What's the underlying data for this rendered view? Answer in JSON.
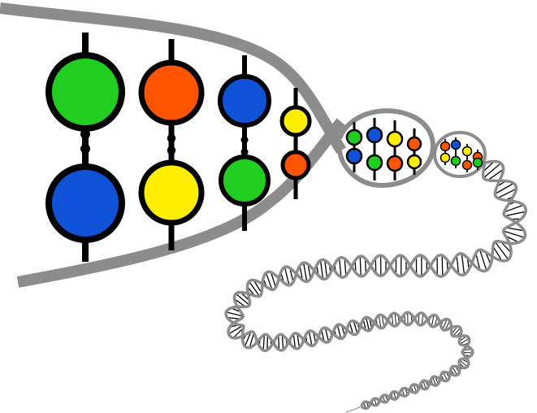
{
  "diagram": {
    "kind": "dna-double-helix-zoom",
    "colors": {
      "background": "#ffffff",
      "backbone": "#8c8c8c",
      "rung": "#000000",
      "green": "#1fce1f",
      "orange": "#ff5500",
      "blue": "#0f52d6",
      "yellow": "#ffee00"
    },
    "large_pairs": [
      {
        "top": "green",
        "bottom": "blue"
      },
      {
        "top": "orange",
        "bottom": "yellow"
      },
      {
        "top": "blue",
        "bottom": "green"
      },
      {
        "top": "yellow",
        "bottom": "orange"
      }
    ],
    "medium_pairs": [
      {
        "top": "green",
        "bottom": "blue"
      },
      {
        "top": "blue",
        "bottom": "green"
      },
      {
        "top": "yellow",
        "bottom": "orange"
      },
      {
        "top": "orange",
        "bottom": "yellow"
      }
    ],
    "small_pairs": [
      {
        "top": "orange",
        "bottom": "yellow"
      },
      {
        "top": "blue",
        "bottom": "green"
      },
      {
        "top": "yellow",
        "bottom": "orange"
      },
      {
        "top": "orange",
        "bottom": "green"
      }
    ]
  }
}
